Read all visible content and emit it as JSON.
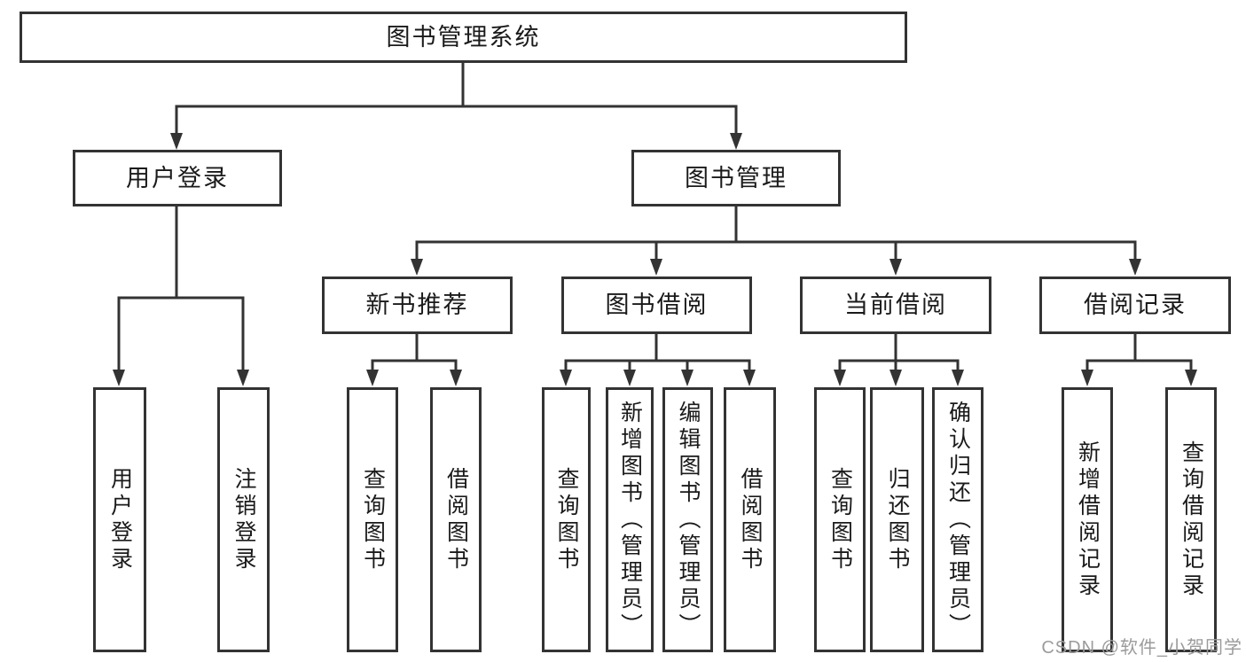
{
  "diagram": {
    "title": "图书管理系统",
    "type": "hierarchy-tree",
    "tree": {
      "label": "图书管理系统",
      "children": [
        {
          "label": "用户登录",
          "children": [
            {
              "label": "用户登录"
            },
            {
              "label": "注销登录"
            }
          ]
        },
        {
          "label": "图书管理",
          "children": [
            {
              "label": "新书推荐",
              "children": [
                {
                  "label": "查询图书"
                },
                {
                  "label": "借阅图书"
                }
              ]
            },
            {
              "label": "图书借阅",
              "children": [
                {
                  "label": "查询图书"
                },
                {
                  "label": "新增图书（管理员）"
                },
                {
                  "label": "编辑图书（管理员）"
                },
                {
                  "label": "借阅图书"
                }
              ]
            },
            {
              "label": "当前借阅",
              "children": [
                {
                  "label": "查询图书"
                },
                {
                  "label": "归还图书"
                },
                {
                  "label": "确认归还（管理员）"
                }
              ]
            },
            {
              "label": "借阅记录",
              "children": [
                {
                  "label": "新增借阅记录"
                },
                {
                  "label": "查询借阅记录"
                }
              ]
            }
          ]
        }
      ]
    },
    "colors": {
      "line": "#333333",
      "box_border": "#333333",
      "text": "#1a1a1a",
      "background": "#ffffff",
      "watermark": "#9b9b9b"
    }
  },
  "watermark": {
    "text": "CSDN @软件_小贺同学"
  }
}
